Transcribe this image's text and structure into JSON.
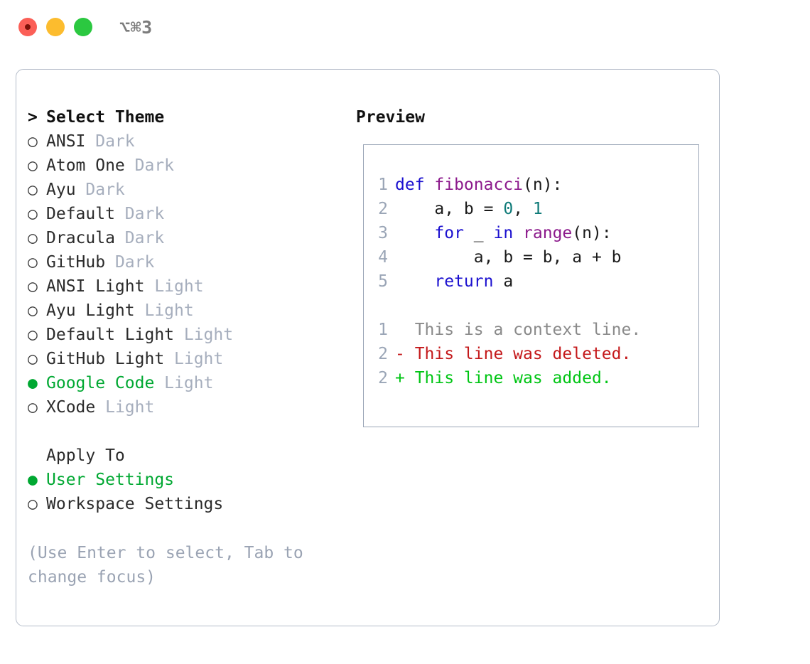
{
  "titlebar": {
    "shortcut": "⌥⌘3",
    "buttons": [
      {
        "name": "close",
        "color": "#fb5f57"
      },
      {
        "name": "minimize",
        "color": "#fcbc2e"
      },
      {
        "name": "maximize",
        "color": "#2bc840"
      }
    ]
  },
  "theme_picker": {
    "header": {
      "marker": ">",
      "label": "Select Theme"
    },
    "items": [
      {
        "marker": "○",
        "label": "ANSI",
        "tag": "Dark",
        "selected": false
      },
      {
        "marker": "○",
        "label": "Atom One",
        "tag": "Dark",
        "selected": false
      },
      {
        "marker": "○",
        "label": "Ayu",
        "tag": "Dark",
        "selected": false
      },
      {
        "marker": "○",
        "label": "Default",
        "tag": "Dark",
        "selected": false
      },
      {
        "marker": "○",
        "label": "Dracula",
        "tag": "Dark",
        "selected": false
      },
      {
        "marker": "○",
        "label": "GitHub",
        "tag": "Dark",
        "selected": false
      },
      {
        "marker": "○",
        "label": "ANSI Light",
        "tag": "Light",
        "selected": false
      },
      {
        "marker": "○",
        "label": "Ayu Light",
        "tag": "Light",
        "selected": false
      },
      {
        "marker": "○",
        "label": "Default Light",
        "tag": "Light",
        "selected": false
      },
      {
        "marker": "○",
        "label": "GitHub Light",
        "tag": "Light",
        "selected": false
      },
      {
        "marker": "●",
        "label": "Google Code",
        "tag": "Light",
        "selected": true
      },
      {
        "marker": "○",
        "label": "XCode",
        "tag": "Light",
        "selected": false
      }
    ]
  },
  "apply_to": {
    "title": "Apply To",
    "items": [
      {
        "marker": "●",
        "label": "User Settings",
        "selected": true
      },
      {
        "marker": "○",
        "label": "Workspace Settings",
        "selected": false
      }
    ]
  },
  "hint": "(Use Enter to select, Tab to change focus)",
  "preview": {
    "title": "Preview",
    "code_lines": [
      {
        "num": "1",
        "segments": [
          {
            "text": "def ",
            "kind": "kw"
          },
          {
            "text": "fibonacci",
            "kind": "fn"
          },
          {
            "text": "(n):",
            "kind": "plain"
          }
        ]
      },
      {
        "num": "2",
        "segments": [
          {
            "text": "    a, b = ",
            "kind": "plain"
          },
          {
            "text": "0",
            "kind": "num"
          },
          {
            "text": ", ",
            "kind": "plain"
          },
          {
            "text": "1",
            "kind": "num"
          }
        ]
      },
      {
        "num": "3",
        "segments": [
          {
            "text": "    ",
            "kind": "plain"
          },
          {
            "text": "for",
            "kind": "kw"
          },
          {
            "text": " _ ",
            "kind": "plain"
          },
          {
            "text": "in",
            "kind": "kw"
          },
          {
            "text": " ",
            "kind": "plain"
          },
          {
            "text": "range",
            "kind": "fn"
          },
          {
            "text": "(n):",
            "kind": "plain"
          }
        ]
      },
      {
        "num": "4",
        "segments": [
          {
            "text": "        a, b = b, a + b",
            "kind": "plain"
          }
        ]
      },
      {
        "num": "5",
        "segments": [
          {
            "text": "    ",
            "kind": "plain"
          },
          {
            "text": "return",
            "kind": "kw"
          },
          {
            "text": " a",
            "kind": "plain"
          }
        ]
      }
    ],
    "diff_lines": [
      {
        "num": "1",
        "segments": [
          {
            "text": "  This is a context line.",
            "kind": "ctx"
          }
        ]
      },
      {
        "num": "2",
        "segments": [
          {
            "text": "- This line was deleted.",
            "kind": "del"
          }
        ]
      },
      {
        "num": "2",
        "segments": [
          {
            "text": "+ This line was added.",
            "kind": "add"
          }
        ]
      }
    ]
  },
  "colors": {
    "accent_green": "#00a832",
    "tag_gray": "#a6aebd",
    "hint_gray": "#9aa3b3",
    "keyword_blue": "#1b10cf",
    "function_purple": "#8c1a8c",
    "number_teal": "#0e7a78",
    "diff_deleted_red": "#c4191b",
    "diff_added_green": "#00c514",
    "panel_border": "#b4bcc9",
    "code_border": "#9aa5b6"
  }
}
